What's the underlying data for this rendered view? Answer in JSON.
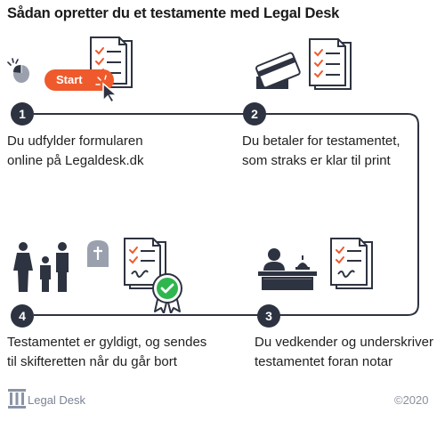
{
  "title": "Sådan opretter du et testamente med Legal Desk",
  "steps": [
    {
      "number": "1",
      "lines": [
        "Du udfylder formularen",
        "online på Legaldesk.dk"
      ],
      "start_label": "Start"
    },
    {
      "number": "2",
      "lines": [
        "Du betaler for testamentet,",
        "som straks er klar til print"
      ]
    },
    {
      "number": "3",
      "lines": [
        "Du vedkender og underskriver",
        "testamentet foran notar"
      ]
    },
    {
      "number": "4",
      "lines": [
        "Testamentet er gyldigt, og sendes",
        "til skifteretten når du går bort"
      ]
    }
  ],
  "footer": {
    "logo_text": "Legal Desk",
    "copyright": "©2020"
  },
  "colors": {
    "dark": "#2e3341",
    "accent": "#ef5a2c",
    "check_green": "#2fb64e",
    "line": "#2e3341"
  },
  "icons": [
    "mouse-icon",
    "cursor-icon",
    "document-checklist-icon",
    "credit-card-icon",
    "cash-icon",
    "desk-notary-icon",
    "family-icon",
    "tombstone-icon",
    "certificate-badge-icon",
    "columns-logo-icon"
  ]
}
